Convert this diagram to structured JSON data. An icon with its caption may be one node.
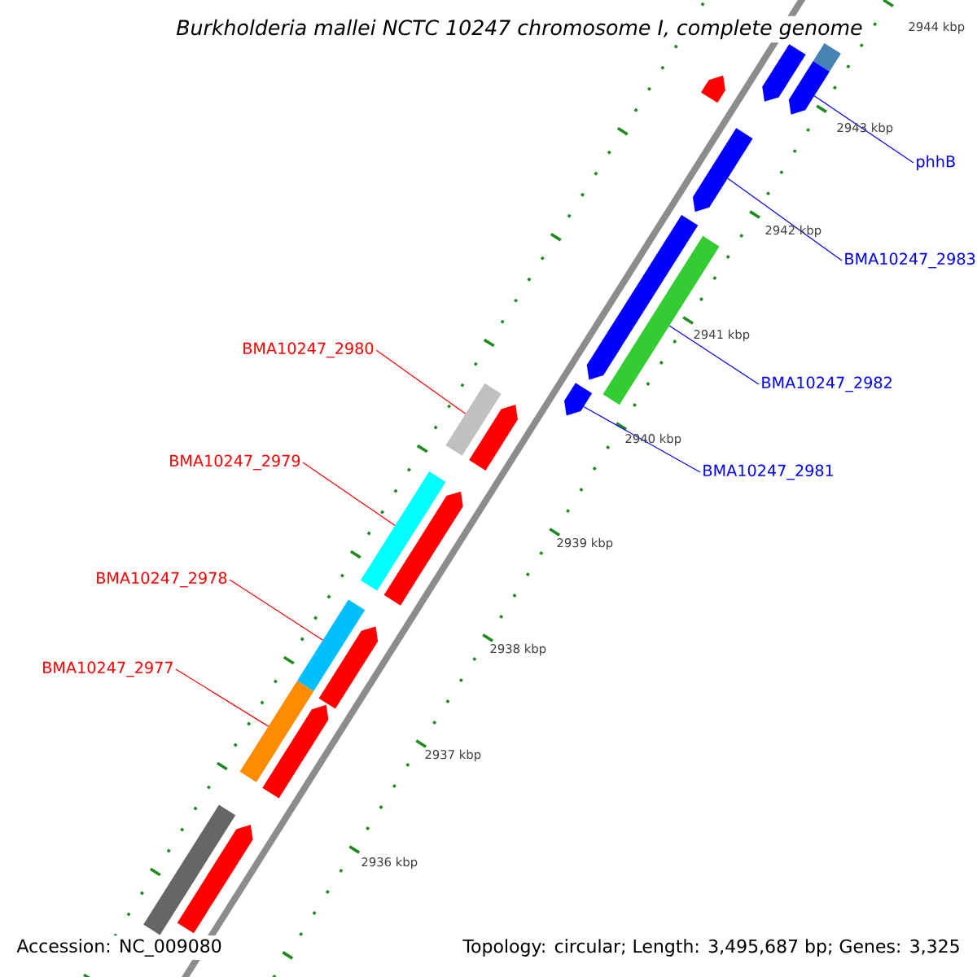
{
  "diagram": {
    "title": "Burkholderia mallei NCTC 10247 chromosome I, complete genome",
    "nodes": [
      {
        "text": [
          "phhB"
        ]
      },
      {
        "text": [
          "BMA10247_2983"
        ]
      },
      {
        "text": [
          "BMA10247_2980"
        ]
      },
      {
        "text": [
          "BMA10247_2982"
        ]
      },
      {
        "text": [
          "BMA10247_2979"
        ]
      },
      {
        "text": [
          "BMA10247_2981"
        ]
      },
      {
        "text": [
          "BMA10247_2978"
        ]
      },
      {
        "text": [
          "BMA10247_2977"
        ]
      },
      {
        "text": [],
        "shape": "bar"
      },
      {
        "text": [],
        "shape": "pentagon"
      },
      {
        "text": [],
        "shape": "pentagon"
      },
      {
        "text": [],
        "shape": "pentagon"
      },
      {
        "text": [],
        "shape": "pentagon"
      },
      {
        "text": [],
        "shape": "pentagon"
      },
      {
        "text": [],
        "shape": "bar"
      },
      {
        "text": [],
        "shape": "pentagon"
      },
      {
        "text": [],
        "shape": "bar"
      },
      {
        "text": [],
        "shape": "pentagon"
      },
      {
        "text": [],
        "shape": "bar"
      },
      {
        "text": [],
        "shape": "pentagon"
      },
      {
        "text": [],
        "shape": "bar"
      },
      {
        "text": [],
        "shape": "pentagon"
      },
      {
        "text": [],
        "shape": "bar"
      },
      {
        "text": [],
        "shape": "pentagon"
      },
      {
        "text": [],
        "shape": "bar"
      },
      {
        "text": [],
        "shape": "pentagon"
      }
    ],
    "edges": [
      {
        "from": 0,
        "to": 11,
        "arrow": "none",
        "color": "#0000ff"
      },
      {
        "from": 1,
        "to": 12,
        "arrow": "none",
        "color": "#0000ff"
      },
      {
        "from": 2,
        "to": 16,
        "arrow": "none",
        "color": "#ff0000"
      },
      {
        "from": 3,
        "to": 14,
        "arrow": "none",
        "color": "#0000ff"
      },
      {
        "from": 4,
        "to": 18,
        "arrow": "none",
        "color": "#ff0000"
      },
      {
        "from": 5,
        "to": 15,
        "arrow": "none",
        "color": "#0000ff"
      },
      {
        "from": 6,
        "to": 20,
        "arrow": "none",
        "color": "#ff0000"
      },
      {
        "from": 7,
        "to": 22,
        "arrow": "none",
        "color": "#ff0000"
      }
    ],
    "labels": [
      "2944 kbp",
      "2943 kbp",
      "2942 kbp",
      "2941 kbp",
      "2940 kbp",
      "2939 kbp",
      "2938 kbp",
      "2937 kbp",
      "2936 kbp",
      "Accession: NC_009080",
      "Topology: circular; Length: 3,495,687 bp; Genes: 3,325"
    ]
  }
}
